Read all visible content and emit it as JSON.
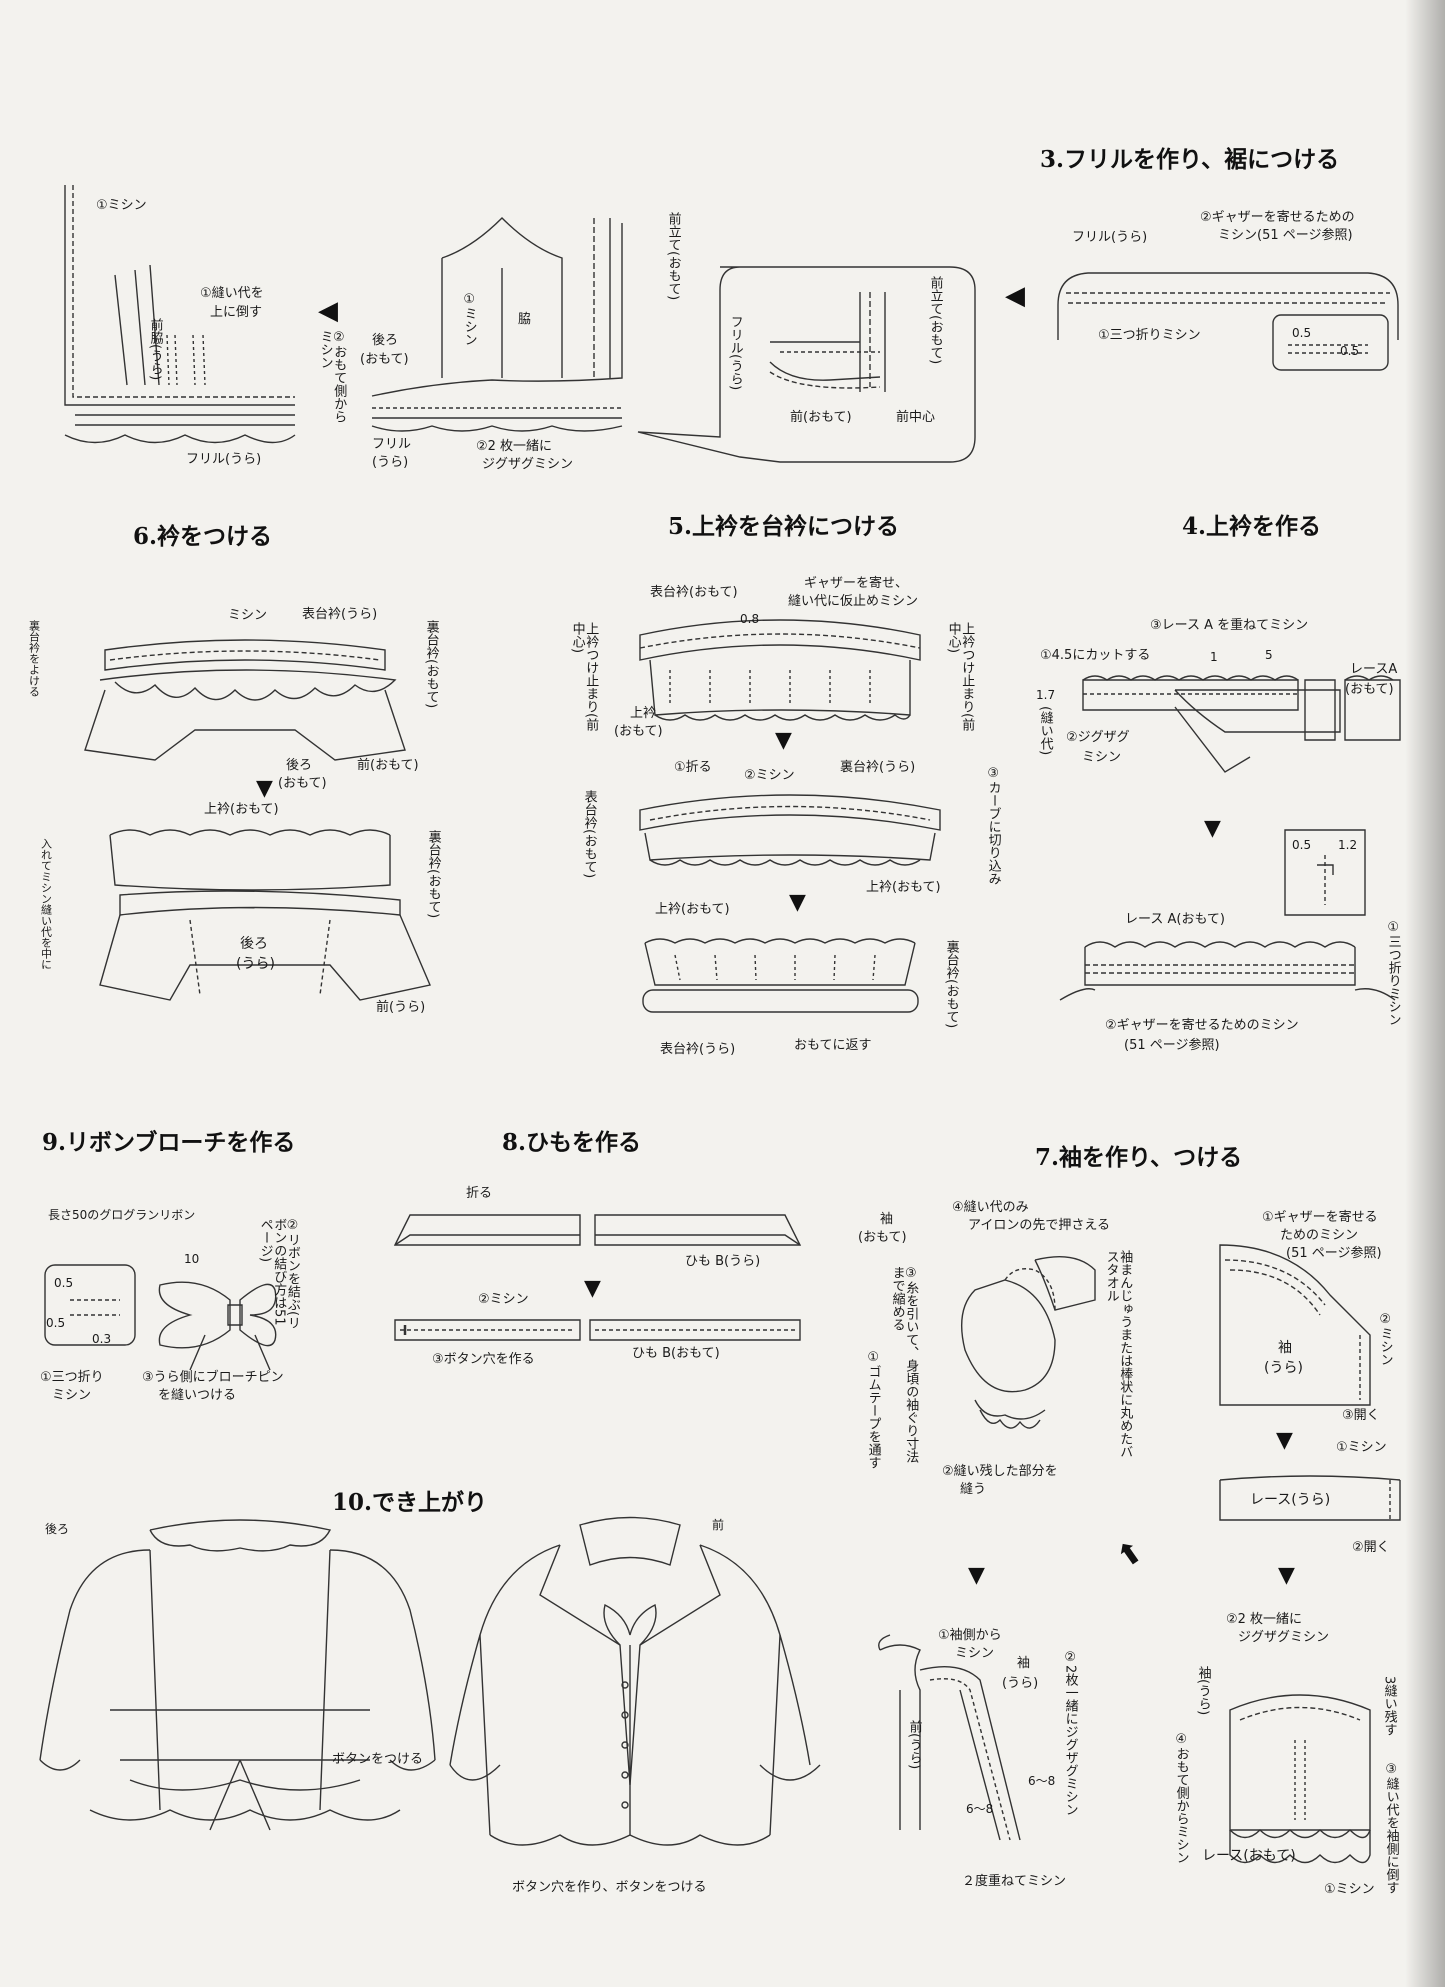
{
  "steps": {
    "s3": {
      "title": "3.フリルを作り、裾につける",
      "labels": {
        "machine1": "①ミシン",
        "seam_up_1": "①縫い代を",
        "seam_up_2": "上に倒す",
        "mae_waki": "前脇(うら)",
        "omote_side": "②おもて側から ミシン",
        "frill_ura_a": "フリル(うら)",
        "ushiro": "後ろ",
        "ushiro_omote": "(おもて)",
        "mishin_v": "①ミシン",
        "waki": "脇",
        "maetate_v": "前立て(おもて)",
        "frill_ura_b1": "フリル",
        "frill_ura_b2": "(うら)",
        "zigzag_1": "②2 枚一緒に",
        "zigzag_2": "ジグザグミシン",
        "maetate2_v": "前立て(おもて)",
        "frill_v": "フリル(うら)",
        "mae_omote": "前(おもて)",
        "mae_chushin": "前中心",
        "gather_1": "②ギャザーを寄せるための",
        "gather_2": "ミシン(51 ページ参照)",
        "frill_ura_c": "フリル(うら)",
        "mitsuori": "①三つ折りミシン",
        "n05a": "0.5",
        "n05b": "0.5"
      }
    },
    "s4": {
      "title": "4.上衿を作る",
      "labels": {
        "lace_overlay": "③レース A を重ねてミシン",
        "cut": "①4.5にカットする",
        "n1": "1",
        "n5": "5",
        "lace_a": "レースA",
        "lace_a_omote": "(おもて)",
        "n17": "1.7",
        "nuishiro_v": "(縫い代)",
        "zigzag_1": "②ジグザグ",
        "zigzag_2": "ミシン",
        "n05": "0.5",
        "n12": "1.2",
        "lace_a2": "レース A(おもて)",
        "mitsuori_v": "①三つ折りミシン",
        "gather_1": "②ギャザーを寄せるためのミシン",
        "gather_2": "(51 ページ参照)"
      }
    },
    "s5": {
      "title": "5.上衿を台衿につける",
      "labels": {
        "omote_daieri": "表台衿(おもて)",
        "gather_1": "ギャザーを寄せ、",
        "gather_2": "縫い代に仮止めミシン",
        "n08": "0.8",
        "tomari_left_v": "上衿つけ止まり(前中心)",
        "tomari_right_v": "上衿つけ止まり(前中心)",
        "uwaeri": "上衿",
        "uwaeri_omote": "(おもて)",
        "oru": "①折る",
        "mishin": "②ミシン",
        "ura_daieri": "裏台衿(うら)",
        "curve_v": "③カーブに切り込み",
        "omote_daieri_v": "表台衿(おもて)",
        "uwaeri_omote2": "上衿(おもて)",
        "uwaeri_omote3": "上衿(おもて)",
        "ura_daieri_v": "裏台衿(おもて)",
        "omote_daieri_ura": "表台衿(うら)",
        "kaesu": "おもてに返す"
      }
    },
    "s6": {
      "title": "6.衿をつける",
      "labels": {
        "left_v1": "裏台衿をよける",
        "mishin": "ミシン",
        "omote_daieri_ura": "表台衿(うら)",
        "ura_daieri_v": "裏台衿(おもて)",
        "ushiro_1": "後ろ",
        "ushiro_2": "(おもて)",
        "mae_omote": "前(おもて)",
        "uwaeri": "上衿(おもて)",
        "left_v2": "入れてミシン縫い代を中に",
        "ura_daieri_v2": "裏台衿(おもて)",
        "ushiro_ura_1": "後ろ",
        "ushiro_ura_2": "(うら)",
        "mae_ura": "前(うら)"
      }
    },
    "s7": {
      "title": "7.袖を作り、つける",
      "labels": {
        "sode_omote_1": "袖",
        "sode_omote_2": "(おもて)",
        "iron_1": "④縫い代のみ",
        "iron_2": "アイロンの先で押さえる",
        "thread_v": "③糸を引いて、身頃の袖ぐり寸法まで縮める",
        "towel_v": "袖まんじゅうまたは棒状に丸めたバスタオル",
        "gum_v": "①ゴムテープを通す",
        "nuinokoshi_1": "②縫い残した部分を",
        "nuinokoshi_2": "縫う",
        "gather_1": "①ギャザーを寄せる",
        "gather_2": "ためのミシン",
        "gather_3": "(51 ページ参照)",
        "sode_ura_1": "袖",
        "sode_ura_2": "(うら)",
        "mishin_v": "②ミシン",
        "hiraku": "③開く",
        "mishin1": "①ミシン",
        "lace_ura": "レース(うら)",
        "hiraku2": "②開く",
        "sodegawa_1": "①袖側から",
        "sodegawa_2": "ミシン",
        "sode_ura2_1": "袖",
        "sode_ura2_2": "(うら)",
        "zigzag_v": "②2枚一緒にジグザグミシン",
        "mae_ura_v": "前(うら)",
        "n68a": "6〜8",
        "n68b": "6〜8",
        "nido": "２度重ねてミシン",
        "zigzag2_1": "②2 枚一緒に",
        "zigzag2_2": "ジグザグミシン",
        "sode_v": "袖(うら)",
        "nuinokoshi_v": "3縫い残す",
        "omotegawa_v": "④おもて側からミシン",
        "taosu_v": "③縫い代を袖側に倒す",
        "lace_omote": "レース(おもて)",
        "mishin_b": "①ミシン"
      }
    },
    "s8": {
      "title": "8.ひもを作る",
      "labels": {
        "oru": "折る",
        "himo_ura": "ひも B(うら)",
        "mishin": "②ミシン",
        "buttonhole": "③ボタン穴を作る",
        "himo_omote": "ひも B(おもて)"
      }
    },
    "s9": {
      "title": "9.リボンブローチを作る",
      "labels": {
        "ribbon": "長さ50のグログランリボン",
        "tie_v": "②リボンを結ぶ(リボンの結び方は51ページ)",
        "n10": "10",
        "n05a": "0.5",
        "n05b": "0.5",
        "n03": "0.3",
        "mitsuori_1": "①三つ折り",
        "mitsuori_2": "ミシン",
        "pin_1": "③うら側にブローチピン",
        "pin_2": "を縫いつける"
      }
    },
    "s10": {
      "title": "10.でき上がり",
      "labels": {
        "back": "後ろ",
        "front": "前",
        "button": "ボタンをつける",
        "buttonhole": "ボタン穴を作り、ボタンをつける"
      }
    }
  }
}
